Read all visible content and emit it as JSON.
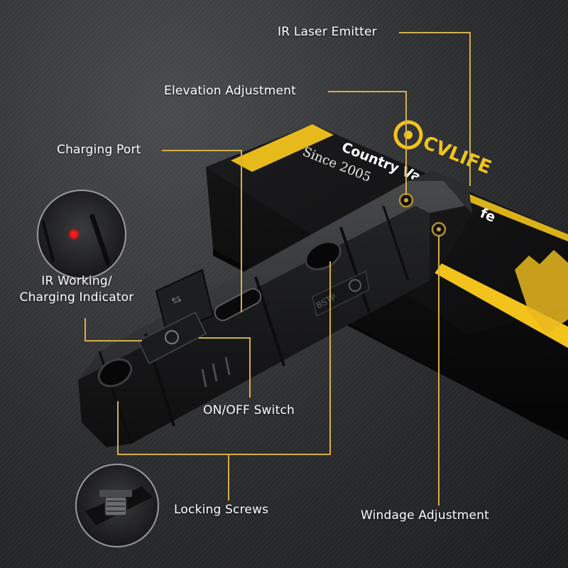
{
  "labels": {
    "ir_laser_emitter": "IR Laser Emitter",
    "elevation_adjustment": "Elevation Adjustment",
    "charging_port": "Charging Port",
    "ir_indicator_line1": "IR Working/",
    "ir_indicator_line2": "Charging Indicator",
    "on_off_switch": "ON/OFF Switch",
    "locking_screws": "Locking Screws",
    "windage_adjustment": "Windage Adjustment"
  },
  "box": {
    "brand": "CVLIFE",
    "tagline": "Country Va",
    "tagline_tail": "fe",
    "since": "Since 2005"
  },
  "device": {
    "side_text": "BSTP"
  },
  "colors": {
    "callout": "#d4b04a",
    "brand_yellow": "#f2c31b",
    "indicator_red": "#ff1a1a"
  }
}
